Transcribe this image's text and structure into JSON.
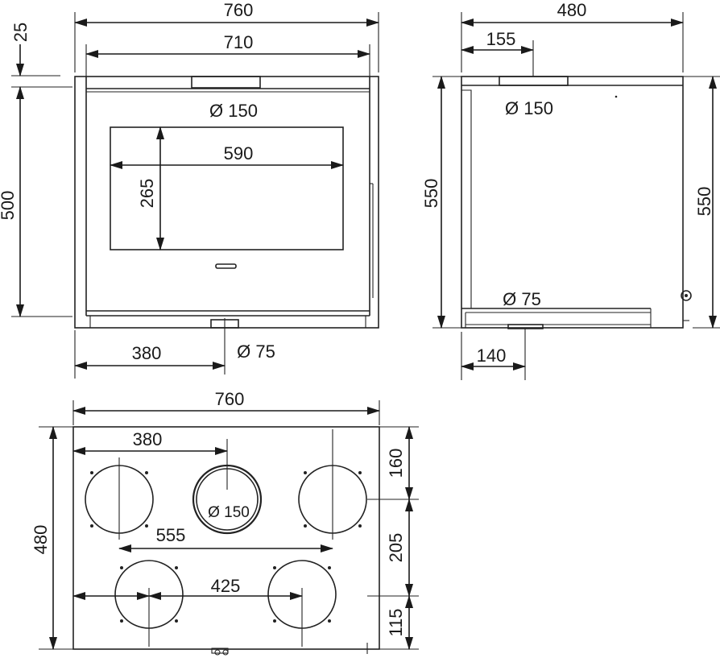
{
  "front_view": {
    "width_outer": "760",
    "width_inner": "710",
    "top_offset": "25",
    "height": "500",
    "flue_diameter": "Ø 150",
    "glass_width": "590",
    "glass_height": "265",
    "air_position": "380",
    "air_diameter": "Ø 75"
  },
  "side_view": {
    "depth": "480",
    "flue_offset": "155",
    "flue_diameter": "Ø 150",
    "height_left": "550",
    "height_right": "550",
    "air_diameter": "Ø 75",
    "air_offset": "140"
  },
  "top_view": {
    "width": "760",
    "flue_position": "380",
    "depth": "480",
    "flue_diameter": "Ø 150",
    "spacing_wide": "555",
    "spacing_narrow": "425",
    "offset_top": "160",
    "offset_middle": "205",
    "offset_bottom": "115"
  },
  "colors": {
    "line": "#222222",
    "background": "#ffffff"
  }
}
